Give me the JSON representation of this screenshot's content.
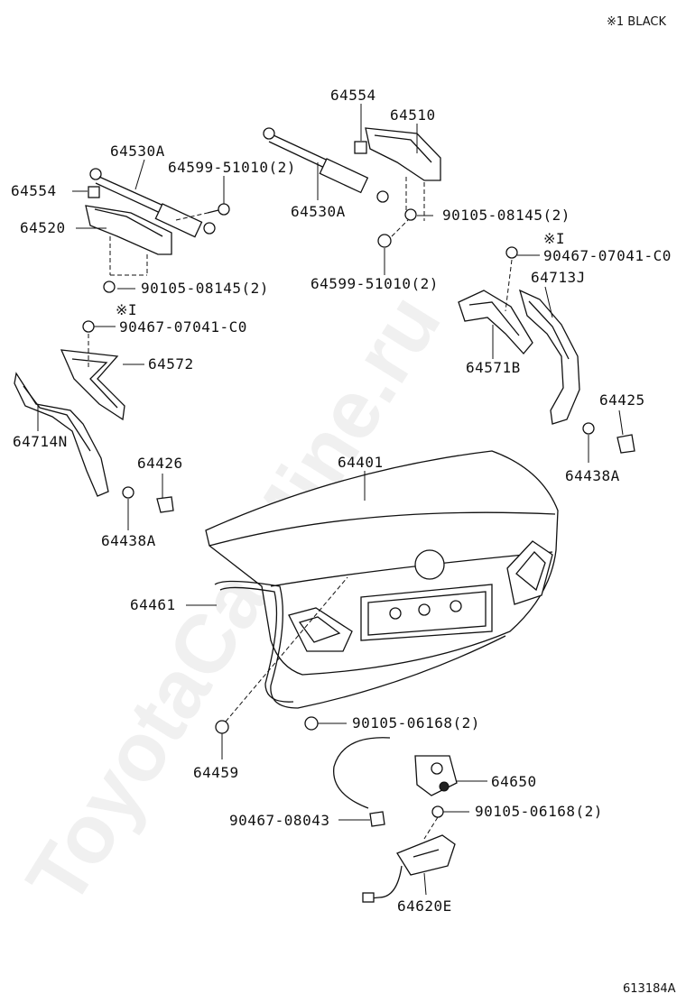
{
  "note": "※1 BLACK",
  "code": "613184A",
  "watermark": "ToyotaCarMine.ru",
  "mark1": "※I",
  "mark2": "※I",
  "labels": {
    "p64554a": "64554",
    "p64510": "64510",
    "p64530a1": "64530A",
    "p64599a": "64599-51010(2)",
    "p64554b": "64554",
    "p64520": "64520",
    "p64530a2": "64530A",
    "p90105a": "90105-08145(2)",
    "p64599b": "64599-51010(2)",
    "p90105b": "90105-08145(2)",
    "p90467a": "90467-07041-C0",
    "p64572": "64572",
    "p90467b": "90467-07041-C0",
    "p64713j": "64713J",
    "p64571b": "64571B",
    "p64425": "64425",
    "p64714n": "64714N",
    "p64426": "64426",
    "p64401": "64401",
    "p64438a1": "64438A",
    "p64438a2": "64438A",
    "p64461": "64461",
    "p90105c": "90105-06168(2)",
    "p64459": "64459",
    "p64650": "64650",
    "p90467c": "90467-08043",
    "p90105d": "90105-06168(2)",
    "p64620e": "64620E"
  }
}
